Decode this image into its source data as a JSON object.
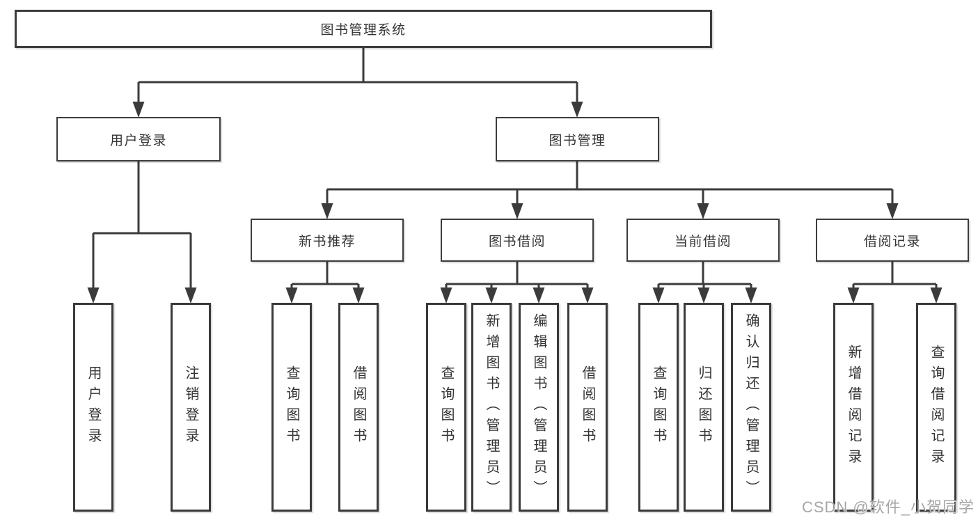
{
  "diagram": {
    "root": {
      "label": "图书管理系统"
    },
    "level2": [
      {
        "id": "user-login",
        "label": "用户登录"
      },
      {
        "id": "book-management",
        "label": "图书管理"
      }
    ],
    "level3": [
      {
        "id": "new-book-recommend",
        "label": "新书推荐"
      },
      {
        "id": "book-borrowing",
        "label": "图书借阅"
      },
      {
        "id": "current-borrowing",
        "label": "当前借阅"
      },
      {
        "id": "borrowing-records",
        "label": "借阅记录"
      }
    ],
    "leaves": {
      "user_login": [
        "用户登录",
        "注销登录"
      ],
      "new_book_recommend": [
        "查询图书",
        "借阅图书"
      ],
      "book_borrowing": [
        "查询图书",
        "新增图书（管理员）",
        "编辑图书（管理员）",
        "借阅图书"
      ],
      "current_borrowing": [
        "查询图书",
        "归还图书",
        "确认归还（管理员）"
      ],
      "borrowing_records": [
        "新增借阅记录",
        "查询借阅记录"
      ]
    },
    "colors": {
      "line": "#3b3b3b",
      "text": "#333333",
      "background": "#ffffff",
      "watermark": "#a6a6a6"
    }
  },
  "watermark": {
    "text": "CSDN @软件_小贺同学"
  }
}
